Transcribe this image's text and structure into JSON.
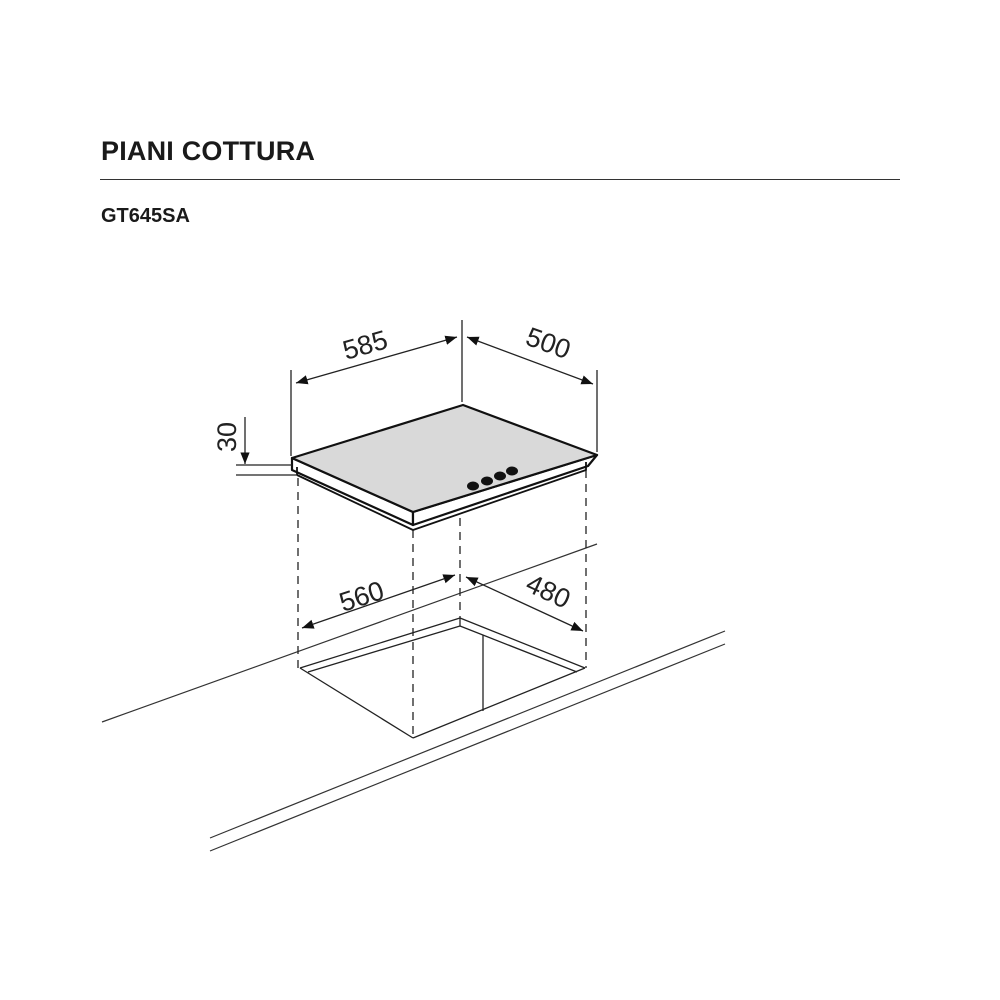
{
  "header": {
    "title": "PIANI COTTURA",
    "model": "GT645SA"
  },
  "dimensions": {
    "width": "585",
    "depth": "500",
    "height": "30",
    "cutout_width": "560",
    "cutout_depth": "480"
  },
  "colors": {
    "hob_top": "#d9d9d9",
    "line": "#222222"
  }
}
